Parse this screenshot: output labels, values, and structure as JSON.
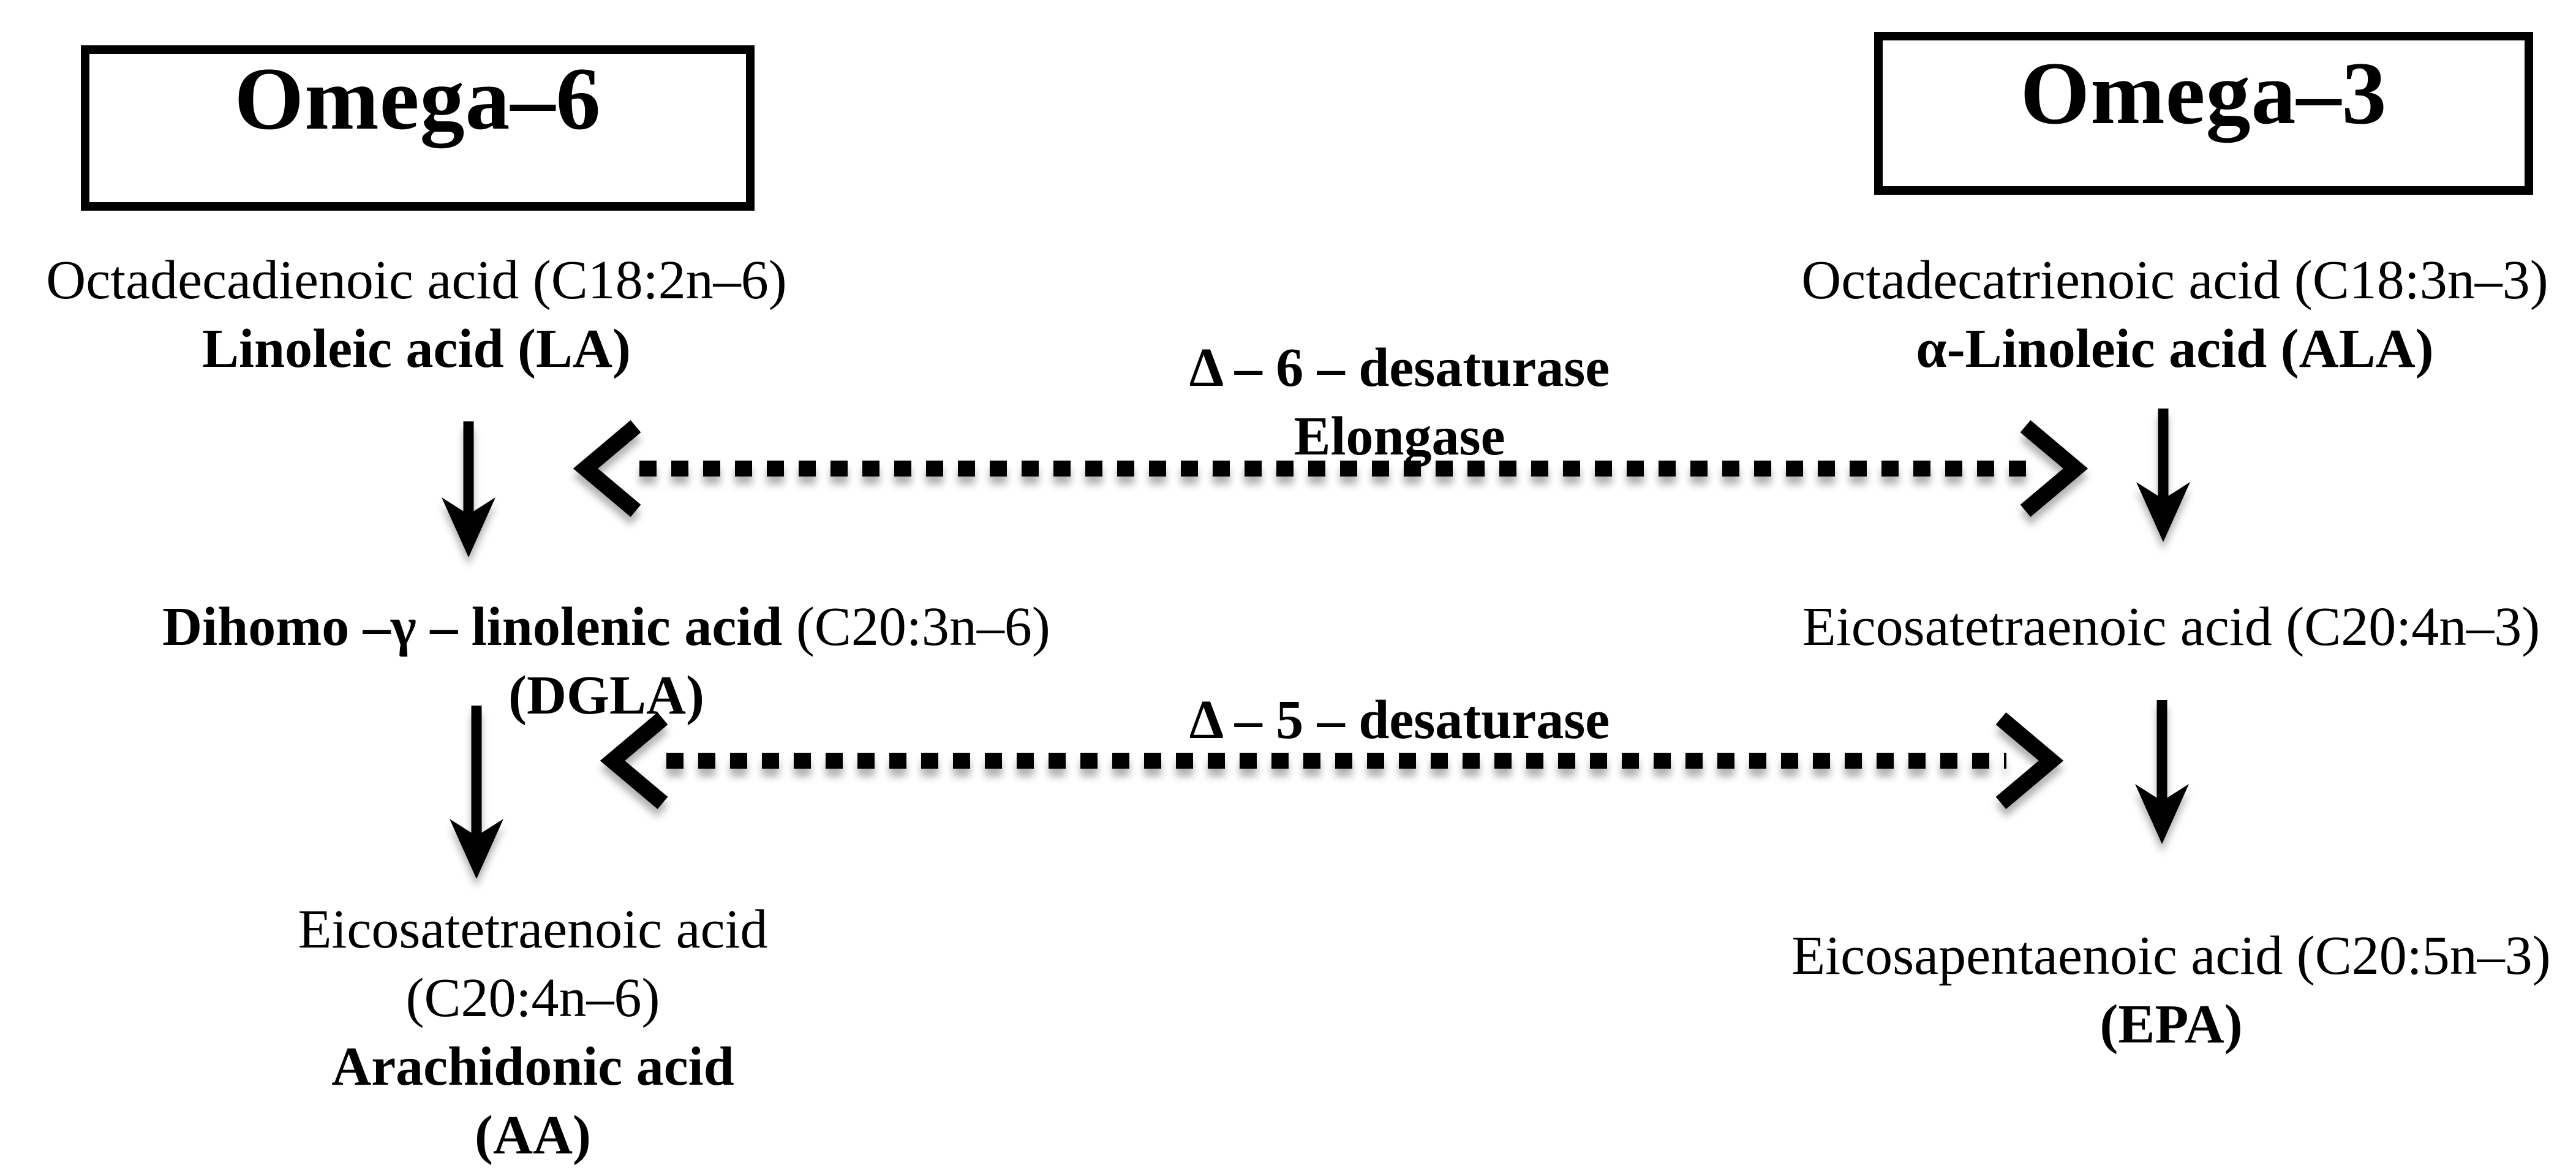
{
  "diagram": {
    "background_color": "#ffffff",
    "ink_color": "#000000",
    "omega6": {
      "title": "Omega–6"
    },
    "omega3": {
      "title": "Omega–3"
    },
    "omega6_pathway": {
      "node1": {
        "line1": "Octadecadienoic acid (C18:2n–6)",
        "line2": "Linoleic acid (LA)"
      },
      "node2": {
        "line1_bold": "Dihomo –γ – linolenic acid",
        "line1_tail": " (C20:3n–6)",
        "line2": "(DGLA)"
      },
      "node3": {
        "line1": "Eicosatetraenoic acid",
        "line2": "(C20:4n–6)",
        "line3": "Arachidonic acid",
        "line4": "(AA)"
      }
    },
    "omega3_pathway": {
      "node1": {
        "line1": "Octadecatrienoic acid (C18:3n–3)",
        "line2": "α-Linoleic acid (ALA)"
      },
      "node2": {
        "line1": "Eicosatetraenoic acid (C20:4n–3)"
      },
      "node3": {
        "line1": "Eicosapentaenoic acid (C20:5n–3)",
        "line2": "(EPA)"
      }
    },
    "enzymes": {
      "step1_line1": "Δ – 6 – desaturase",
      "step1_line2": "Elongase",
      "step2_line1": "Δ – 5 – desaturase"
    }
  }
}
